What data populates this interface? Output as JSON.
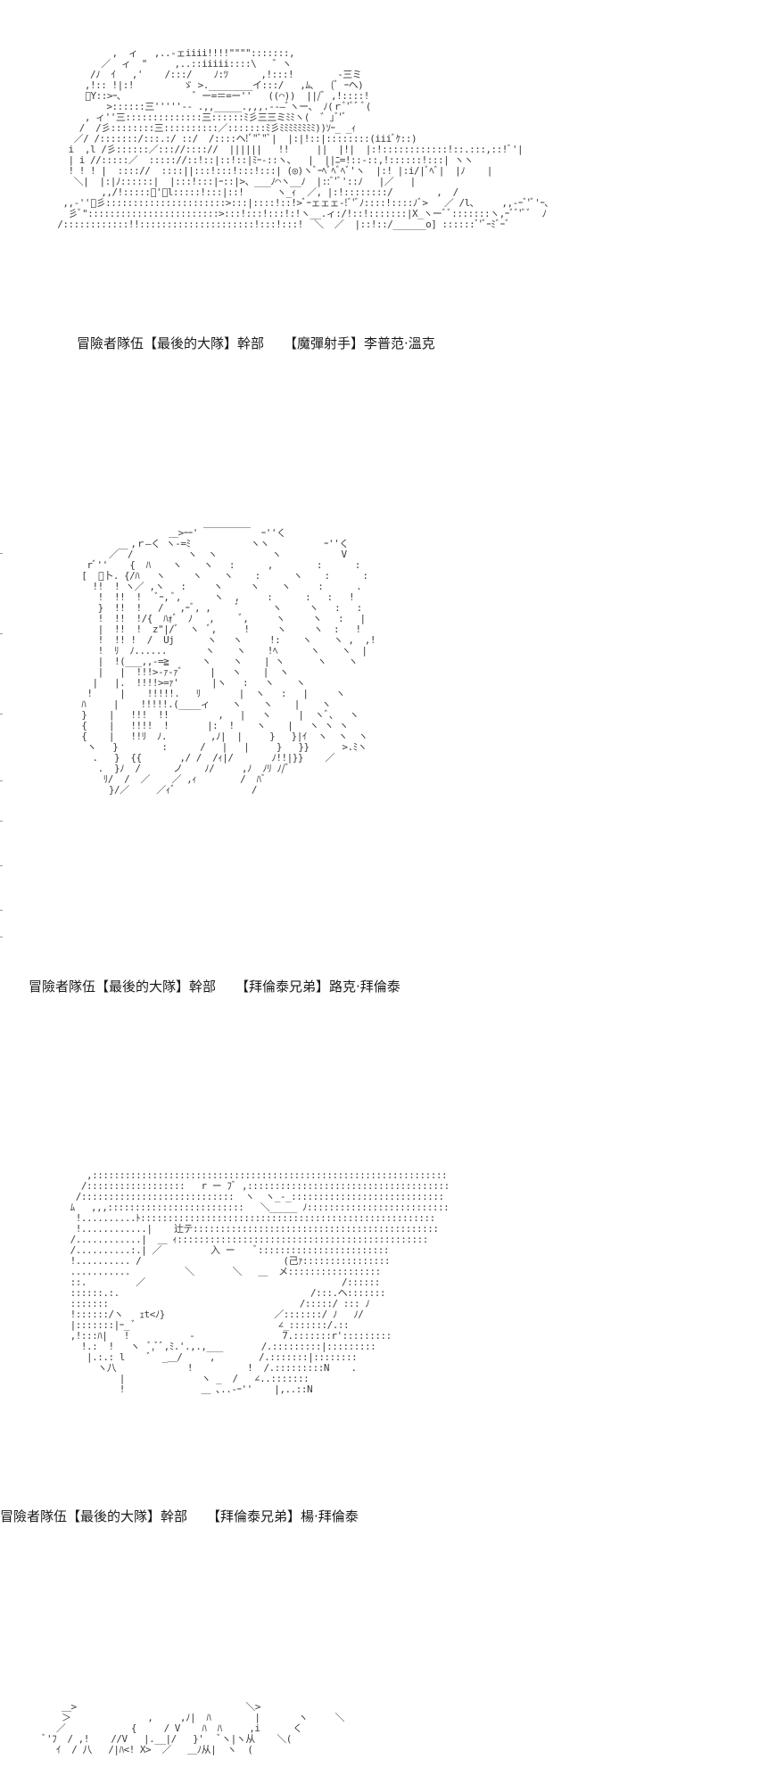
{
  "captions": [
    {
      "group": "冒險者隊伍【最後的大隊】幹部",
      "character": "【魔彈射手】李普范·溫克"
    },
    {
      "group": "冒險者隊伍【最後的大隊】幹部",
      "character": "【拜倫泰兄弟】路克·拜倫泰"
    },
    {
      "group": "冒險者隊伍【最後的大隊】幹部",
      "character": "【拜倫泰兄弟】楊·拜倫泰"
    }
  ],
  "art": {
    "figure_1": "            ,  ィ   ,..-ェiiii!!!!\"\"\"\":::::::,\n          ／  ィ  \"     ,..::iiiii::::\\   ゛ヽ\n        /ﾉ  ｲ   ,'    /:::/    ﾉ:ﾂ      ,!:::!        -三ミ\n       ,!:: !|:!         ゞ >.________イ:::/   ,ﾑ､   (ﾞ ｰヘ)\n       ﾞY::>ｰ､             ゛ー=＝=ー''   ((⌒))  ||/ﾞ ,!::::!\n           >::::::三'''''‐- .,,_____.,,,.--―ﾞヽー、 ﾉ(ｒﾞ'ﾞﾞ ﾞ(\n       , ィ''三::::::::::::::三::::::ﾐ彡三三ミﾐﾐヽ(  ゛｣ﾞ'ﾞ\n      /  /彡::::::::三::::::::::／:::::::ﾐ彡ﾐﾐﾐﾐﾐﾐﾐﾐ))ｿｰ_ _ｨ\n     ／/ /:::::::/:::.:/ ::/  /::::ヘ!ﾞ\"ﾞ\"ﾞ|  |:|!::|::::::::(iiiﾞｹ::)\n    i  ,l /彡::::::／::://:::://  ||||||   !!     ||  |!|  |:!::::::::::::!::.:::,::!ﾞ'|\n    | i //:::::／  ::::://::!::|::!::|ﾐｰ-::ヽ､   |  ||ﾆ=!::-::,!::::::!:::| ヽヽ\n    ! ! ! |  :::://  ::::||:::!:::!:::!:::| (◎)ヽﾞｰﾍﾞﾍﾞﾍﾞ'ヽ  |:! |:i/|ﾞﾍﾞ|  |ﾉ    |\n     ＼|  |:|ﾉ::::::|  |:::!:::|ｰ::|>、___ﾉ⌒ヽ__ﾉ  |::ﾞ'ﾞ'::ﾉ   |／   |\n          ,,/!:::::ﾞ'ﾞl:::::!:::|::!      ヽ_ｨ  ／, |:!::::::::/        ,  /\n   ,,-''ﾞ彡::::::::::::::::::::::>:::|::::!::!>ﾞｰェェェ-!ﾞ'ﾞﾉ::::!::::ﾉﾞ>   ／ /l､     ,,-ｰﾞ'ﾞ'ｰ､\n    彡ﾞ\"::::::::::::::::::::::::>:::!:::!:::!:!ヽ__.ィ:/!::!:::::::|X_ヽーﾞﾞ:::::::ヽ,ｰﾞﾞ'ﾞﾞ  ﾉ\n  /::::::::::::!!:::::::::::::::::::::!:::!:::!  ＼  ／  |::!::/______o] ::::::ﾞ'ﾞｰﾐﾞｰﾞ",
    "figure_2": "                          ＿>ｰｰ' ￣￣￣￣￣  ｰ''く\n                   ,ｒ―く ヽ-=ﾐ           ヽヽ          ｰ''く\n               ／￣/          ヽ  ヽ          ヽ           V\n           rﾞ''    {  ﾊ    ヽ    ヽ   :      ,        :      :\n          [  ﾞ卜. {/ﾊ   ヽ     ヽ    ヽ    :      ヽ    :      :\n            !!  ! ヽ／ ,ヽ   :     ヽ     ヽ    ヽ     :      .\n             !  !!  !   ﾞｰ, ﾞ,      ヽ  ,     :      :   :   !\n             }  !!  !   /   ,ｰﾞ, ,     ﾞ      ヽ     ヽ   :   :\n             !  !!  !/{  ﾊｫﾞ  ﾉ   ,     ﾞ,     ヽ     ヽ   :   |\n             |  !!  !  z\"|/ﾞ  ヽ  ﾞ,     !     ヽ     ヽ  :   !\n             !  !! !  /  Uj      ヽ   ヽ     !:    ヽ    ヽ ,  ,!\n             !  ﾘ  ﾉ......       ヽ    ヽ    !ﾍ      ヽ    ヽ  |\n             |  !(___,,-=≧      ヽ    ヽ    | ヽ      ヽ    ヽ\n             |   |  !!!>-ｧ-ｧﾞ     |   ヽ    |  ヽ\n            |   |.  !!!!>=ｧ'      |ヽ   :   ヽ    ヽ\n           !     |    !!!!!.   ﾘ       |  ヽ   :   |     ヽ\n          ﾊ     |    !!!!!.(____ィ    ヽ    ヽ    |    ヽ\n          }    |   !!!  !!         ,   |   ヽ     |  ヽﾞ、  ヽ\n          {    |   !!!!  !       |:  !    ヽ    |   ヽ ヽ ヽ\n          {    |   !!ﾘ  ﾉ.        ,ﾉ|  |     }   }|ｲ  ヽ  ヽ  ヽ\n           ヽ   }        :      /   |   |     }   }}      >.ﾐヽ\n            .   }  {{       ,/ /  /ｨ|/       ﾉ!!|}}    ／\n             .  }ﾉ  /      ノ    ﾉ/     ,ﾉ  ﾉﾘ ﾉ/ﾞ\n              ﾘ/  /  ／    ／ ,ｨ        /  ﾊﾞ\n               }/／     ／ｨﾞ              /",
    "figure_3": "        ,:::::::::::::::::::::::::::::::::::::::::::::::::::::::::::::::::\n       /::::::::::::::::::   r ー ﾌﾞ ,:::::::::::::::::::::::::::::::::::::\n      /::::::::::::::::::::::::::::  ヽ  ヽ_-_::::::::::::::::::::::::::::\n     ﾑ   ,,,:::::::::::::::::::::::::   ＼_____ ﾉ::::::::::::::::::::::::::\n      !..........ﾄ::::::::::::::::::::::::::::::::::::::::::::::::::::::\n      !............|    辻テ:::::::::::::::::::::::::::::::::::::::::::::\n     /............|  ＿ ｨ::::::::::::::::::::::::::::::::::::::::::::::\n     /..........:.| ／         入 ー    ﾞ::::::::::::::::::::::::\n     !.......... /                          (己ｧ::::::::::::::::\n     ...........          ＼       ＼   ＿  メ:::::::::::::::::\n     ::.         ／                                    /::::::\n     ::::::.:.                                   /:::.ヘ:::::::\n     :::::::                                   /:::::/ ::: ﾉ\n     !::::::/ヽ   ｪt<ﾉ}                    ／:::::::/ ﾉ   ﾉ/\n     |:::::::|ｰ_ ﾞ                          ∠_:::::::/.::\n     ,!:::ﾊ|   !           -                7.:::::::r':::::::::\n       !.:  !   ヽ  ﾞ,ﾞﾞ,ﾐ.'.,.,___       /.:::::::::|:::::::::\n        |.:.: l    ﾞ  _＿/     ,        /.:::::::|::::::::\n          ヽ八             !          !  /.:::::::::N    .\n              |              ヽ _  /   ∠..:::::::\n              !              ＿ ､..-ｰ''    |,..::N",
    "figure_4": "        ＿>                               ＼>\n        ＞              ,     ,ﾉ|  ﾊ        |       ヽ     ＼\n       ／            {     / V    ﾊ  ﾊ     ,i      く\n     ﾞ'ﾌ  / ,!    //V   |.__|/   }'   ﾞヽ|ヽ从    ＼(\n       ｲ  / 八   /|ﾊ<! X>  ／   ＿ﾉ从|  ヽ  ("
  }
}
